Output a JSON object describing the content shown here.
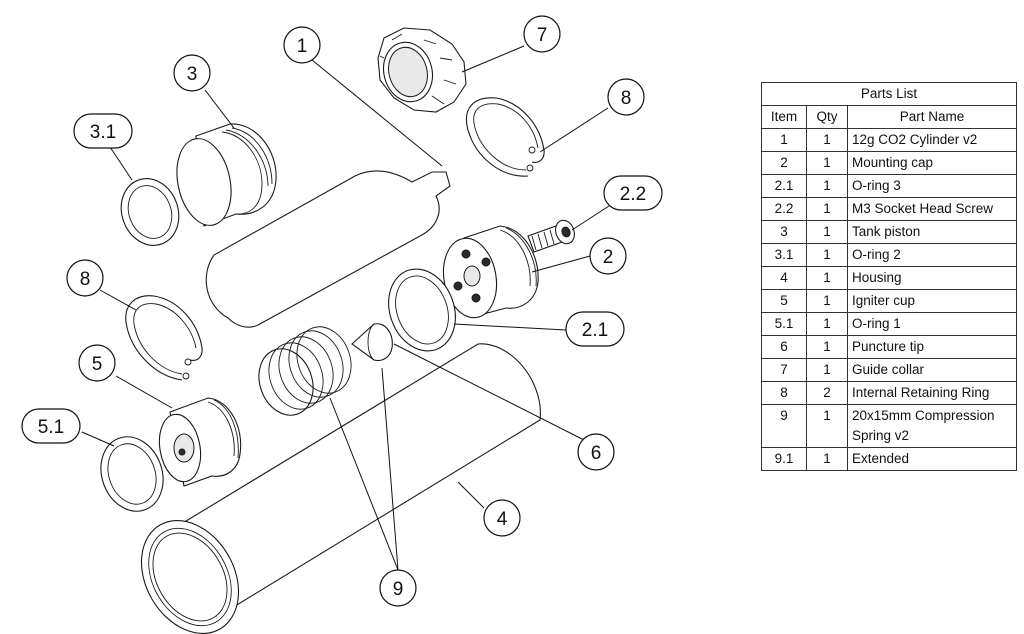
{
  "balloons": [
    "1",
    "2",
    "2.1",
    "2.2",
    "3",
    "3.1",
    "4",
    "5",
    "5.1",
    "6",
    "7",
    "8",
    "8",
    "9"
  ],
  "parts_list": {
    "title": "Parts List",
    "headers": {
      "item": "Item",
      "qty": "Qty",
      "name": "Part Name"
    },
    "rows": [
      {
        "item": "1",
        "qty": "1",
        "name": "12g CO2 Cylinder v2"
      },
      {
        "item": "2",
        "qty": "1",
        "name": "Mounting cap"
      },
      {
        "item": "2.1",
        "qty": "1",
        "name": "O-ring 3"
      },
      {
        "item": "2.2",
        "qty": "1",
        "name": "M3 Socket Head Screw"
      },
      {
        "item": "3",
        "qty": "1",
        "name": "Tank piston"
      },
      {
        "item": "3.1",
        "qty": "1",
        "name": "O-ring 2"
      },
      {
        "item": "4",
        "qty": "1",
        "name": "Housing"
      },
      {
        "item": "5",
        "qty": "1",
        "name": "Igniter cup"
      },
      {
        "item": "5.1",
        "qty": "1",
        "name": "O-ring 1"
      },
      {
        "item": "6",
        "qty": "1",
        "name": "Puncture tip"
      },
      {
        "item": "7",
        "qty": "1",
        "name": "Guide collar"
      },
      {
        "item": "8",
        "qty": "2",
        "name": "Internal Retaining Ring"
      },
      {
        "item": "9",
        "qty": "1",
        "name": "20x15mm Compression Spring v2"
      },
      {
        "item": "9.1",
        "qty": "1",
        "name": "Extended"
      }
    ]
  }
}
